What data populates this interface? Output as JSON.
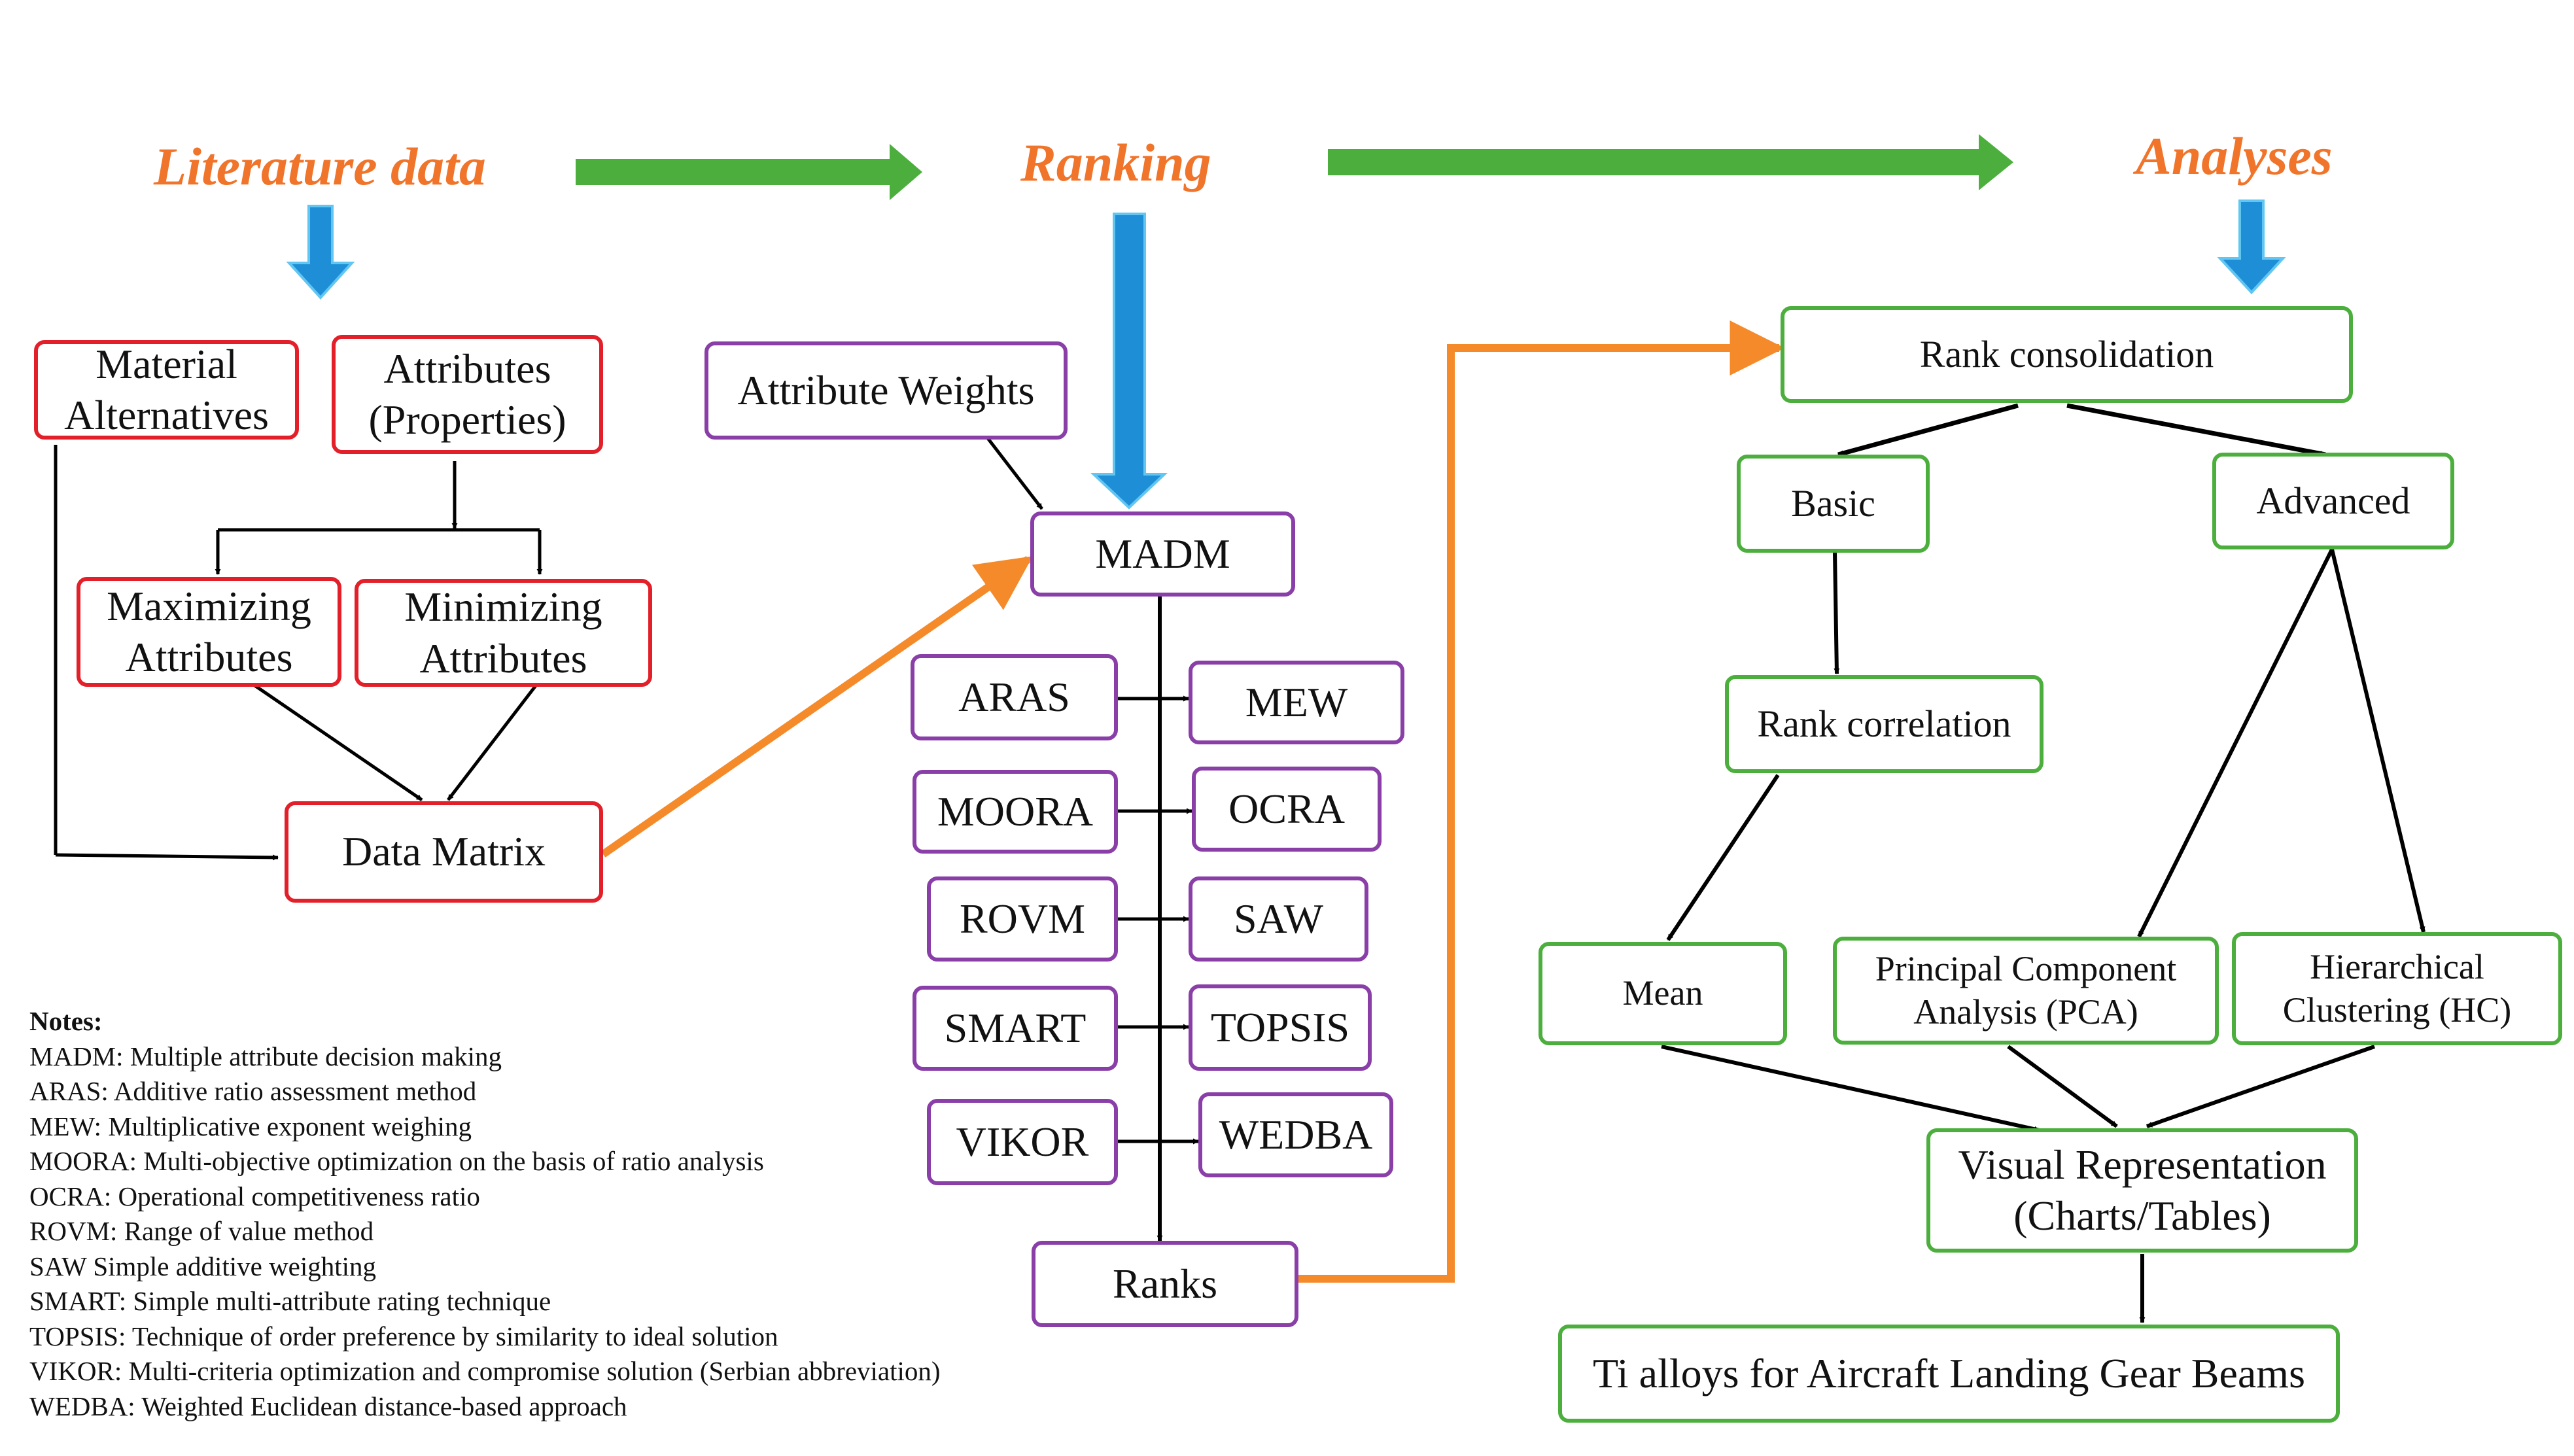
{
  "colors": {
    "header_orange": "#f0742a",
    "flow_green": "#4caf3d",
    "down_blue": "#1e8fd6",
    "connector_orange": "#f58a2a",
    "input_red": "#e3202a",
    "method_purple": "#8a3fa8",
    "analysis_green": "#4caf3d"
  },
  "headers": {
    "literature": "Literature data",
    "ranking": "Ranking",
    "analyses": "Analyses"
  },
  "nodes": {
    "material": "Material\nAlternatives",
    "attributes": "Attributes\n(Properties)",
    "maximizing": "Maximizing\nAttributes",
    "minimizing": "Minimizing\nAttributes",
    "data_matrix": "Data Matrix",
    "attribute_weights": "Attribute Weights",
    "madm": "MADM",
    "aras": "ARAS",
    "mew": "MEW",
    "moora": "MOORA",
    "ocra": "OCRA",
    "rovm": "ROVM",
    "saw": "SAW",
    "smart": "SMART",
    "topsis": "TOPSIS",
    "vikor": "VIKOR",
    "wedba": "WEDBA",
    "ranks": "Ranks",
    "rank_consolidation": "Rank consolidation",
    "basic": "Basic",
    "advanced": "Advanced",
    "rank_correlation": "Rank correlation",
    "mean": "Mean",
    "pca": "Principal Component\nAnalysis (PCA)",
    "hc": "Hierarchical\nClustering (HC)",
    "visual": "Visual Representation\n(Charts/Tables)",
    "ti_alloys": "Ti alloys for Aircraft Landing Gear Beams"
  },
  "notes": {
    "title": "Notes:",
    "lines": [
      "MADM: Multiple attribute decision making",
      "ARAS: Additive ratio assessment method",
      "MEW: Multiplicative exponent weighing",
      "MOORA: Multi-objective optimization on the basis of ratio analysis",
      "OCRA: Operational competitiveness ratio",
      "ROVM: Range of value method",
      "SAW Simple additive weighting",
      "SMART: Simple multi-attribute rating technique",
      "TOPSIS: Technique of order preference by similarity to ideal solution",
      "VIKOR: Multi-criteria optimization and compromise solution (Serbian abbreviation)",
      "WEDBA: Weighted Euclidean distance-based approach"
    ]
  }
}
